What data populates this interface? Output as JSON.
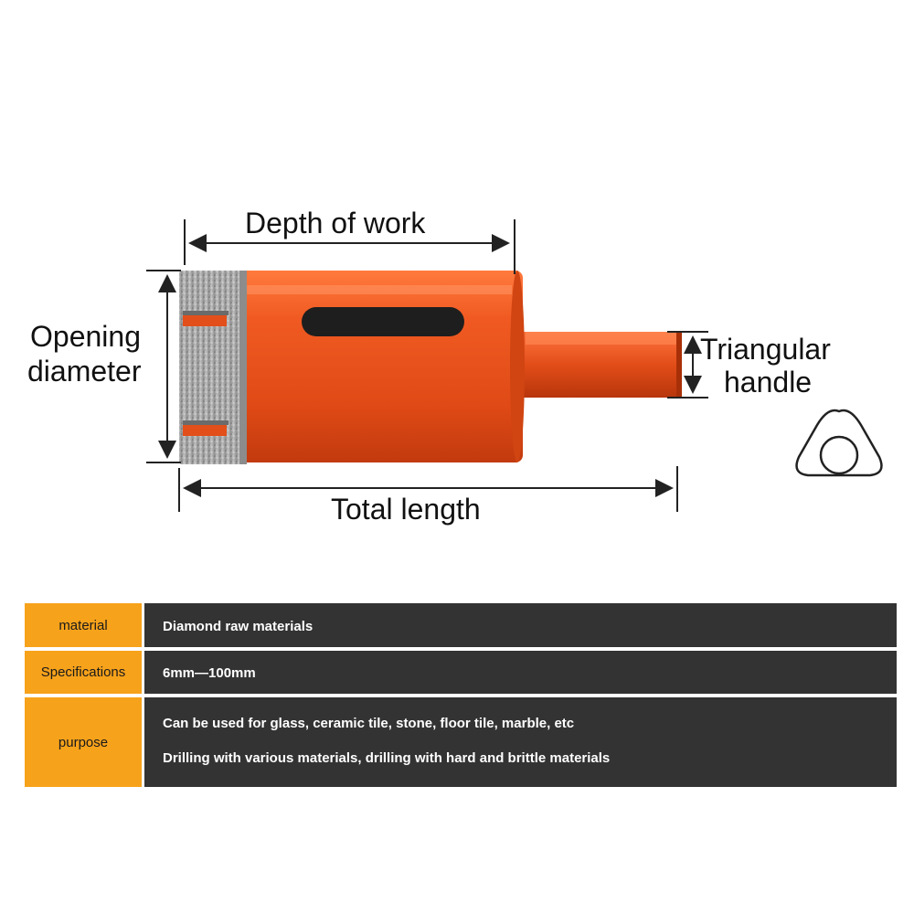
{
  "diagram": {
    "labels": {
      "depth_of_work": "Depth of work",
      "opening_diameter_line1": "Opening",
      "opening_diameter_line2": "diameter",
      "triangular_handle_line1": "Triangular",
      "triangular_handle_line2": "handle",
      "total_length": "Total length"
    },
    "icons": [
      "core-drill-bit-icon",
      "triangular-shank-cross-section-icon",
      "dimension-arrow-icon"
    ],
    "colors": {
      "bit_body": "#e8521f",
      "diamond_segment": "#a9a9a9",
      "table_key_bg": "#f7a21b",
      "table_value_bg": "#333333"
    }
  },
  "spec_table": {
    "rows": [
      {
        "key": "material",
        "values": [
          "Diamond raw materials"
        ]
      },
      {
        "key": "Specifications",
        "values": [
          "6mm—100mm"
        ]
      },
      {
        "key": "purpose",
        "values": [
          "Can be used for glass, ceramic tile, stone, floor tile, marble, etc",
          "Drilling with various materials, drilling with hard and brittle materials"
        ]
      }
    ]
  }
}
